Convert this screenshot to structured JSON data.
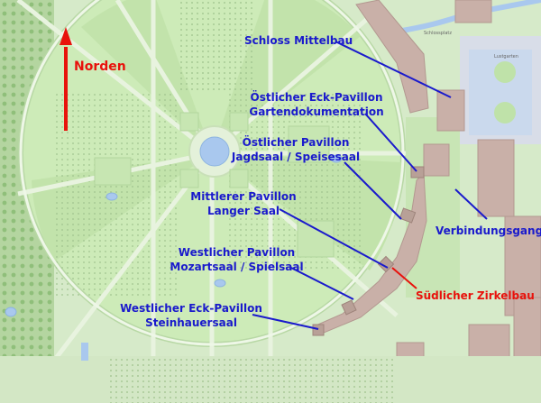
{
  "map": {
    "north_label": "Norden",
    "colors": {
      "annotation_blue": "#1a1acc",
      "annotation_red": "#e8120c",
      "park": "#cdebb8",
      "building": "#c9b0a8",
      "water": "#a9c8ee"
    },
    "labels": {
      "schloss": "Schloss Mittelbau",
      "eck_ost_1": "Östlicher Eck-Pavillon",
      "eck_ost_2": "Gartendokumentation",
      "pav_ost_1": "Östlicher Pavillon",
      "pav_ost_2": "Jagdsaal / Speisesaal",
      "mitt_1": "Mittlerer Pavillon",
      "mitt_2": "Langer Saal",
      "pav_west_1": "Westlicher Pavillon",
      "pav_west_2": "Mozartsaal / Spielsaal",
      "eck_west_1": "Westlicher Eck-Pavillon",
      "eck_west_2": "Steinhauersaal",
      "verbindung": "Verbindungsgang",
      "zirkel": "Südlicher Zirkelbau"
    }
  }
}
